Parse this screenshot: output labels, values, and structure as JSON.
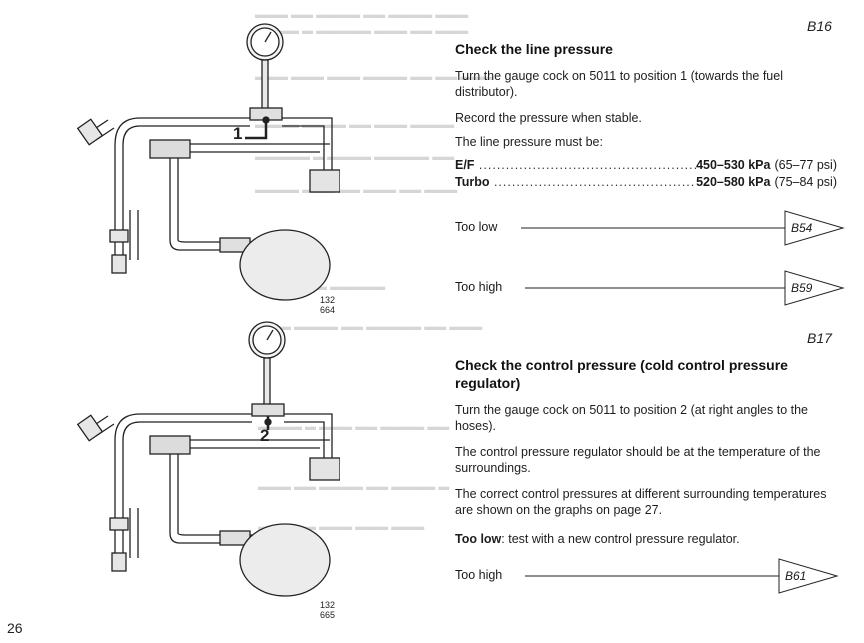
{
  "page_number": "26",
  "figures": [
    {
      "number": "1",
      "code": "132 664"
    },
    {
      "number": "2",
      "code": "132 665"
    }
  ],
  "sections": [
    {
      "ref": "B16",
      "heading": "Check the line pressure",
      "paragraphs": [
        "Turn the gauge cock on 5011 to position 1 (towards the fuel distributor).",
        "Record the pressure when stable.",
        "The line pressure must be:"
      ],
      "specs": [
        {
          "label": "E/F",
          "value": "450–530 kPa",
          "unit": "(65–77 psi)"
        },
        {
          "label": "Turbo",
          "value": "520–580 kPa",
          "unit": "(75–84 psi)"
        }
      ],
      "branches": [
        {
          "label": "Too low",
          "target": "B54"
        },
        {
          "label": "Too high",
          "target": "B59"
        }
      ]
    },
    {
      "ref": "B17",
      "heading": "Check the control pressure (cold control pressure regulator)",
      "paragraphs": [
        "Turn the gauge cock on 5011 to position 2 (at right angles to the hoses).",
        "The control pressure regulator should be at the temperature of the surroundings.",
        "The correct control pressures at different surrounding temperatures are shown on the graphs on page 27."
      ],
      "too_low": {
        "label": "Too low",
        "text": ": test with a new control pressure regulator."
      },
      "branches": [
        {
          "label": "Too high",
          "target": "B61"
        }
      ]
    }
  ],
  "colors": {
    "ink": "#1a1a1a",
    "figure_fill": "#ececec",
    "ghost": "#d6d6d6"
  }
}
